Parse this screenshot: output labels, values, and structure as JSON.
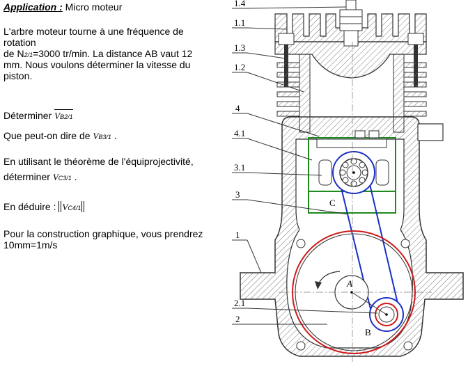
{
  "header": {
    "application_label": "Application :",
    "subject": " Micro moteur"
  },
  "body": {
    "intro_line1": "L'arbre moteur tourne à une fréquence de",
    "intro_line2": "rotation",
    "intro_line3_prefix": "de N",
    "intro_line3_sub": "2/1",
    "intro_line3_suffix": "=3000 tr/min. La distance AB vaut 12",
    "intro_line4": "mm. Nous voulons déterminer la vitesse du",
    "intro_line5": "piston.",
    "q1_prefix": "Déterminer ",
    "q1_vec": "V",
    "q1_sub": "B2/1",
    "q2_prefix": "Que peut-on dire de ",
    "q2_vec": "V",
    "q2_sub": "B3/1",
    "q2_suffix": " .",
    "q3_line1": "En utilisant le théorème de l'équiprojectivité,",
    "q3_prefix": "déterminer ",
    "q3_vec": "V",
    "q3_sub": "C3/1",
    "q3_suffix": " .",
    "q4_prefix": "En déduire : ",
    "q4_vec": "V",
    "q4_sub": "C4/1",
    "q5_line1": "Pour la construction graphique, vous prendrez",
    "q5_line2": "10mm=1m/s"
  },
  "drawing": {
    "labels": {
      "l14": "1.4",
      "l11": "1.1",
      "l13": "1.3",
      "l12": "1.2",
      "l4": "4",
      "l41": "4.1",
      "l31": "3.1",
      "l3": "3",
      "l1": "1",
      "l21": "2.1",
      "l2": "2",
      "pointA": "A",
      "pointB": "B",
      "pointC": "C"
    },
    "colors": {
      "ink": "#333333",
      "hatch": "#666666",
      "piston": "#1e8a1e",
      "rod": "#1a2fc8",
      "crank": "#d01818"
    }
  }
}
